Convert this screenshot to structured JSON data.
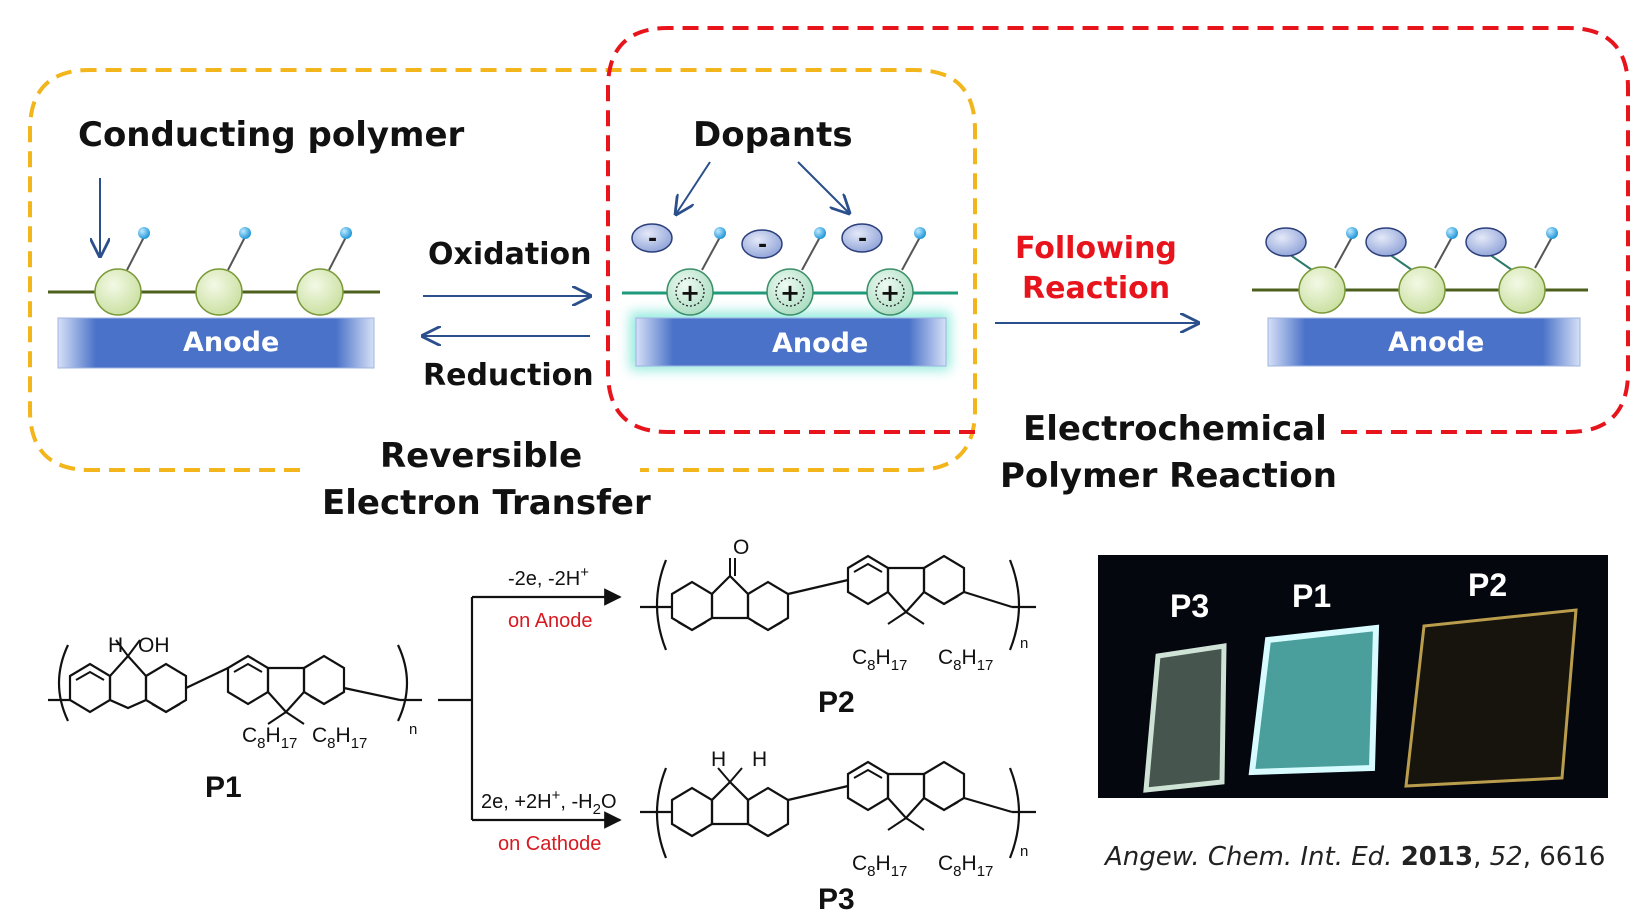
{
  "labels": {
    "conducting_polymer": "Conducting polymer",
    "dopants": "Dopants",
    "oxidation": "Oxidation",
    "reduction": "Reduction",
    "following_reaction_1": "Following",
    "following_reaction_2": "Reaction",
    "reversible_1": "Reversible",
    "reversible_2": "Electron Transfer",
    "electrochemical_1": "Electrochemical",
    "electrochemical_2": "Polymer Reaction",
    "anode": "Anode",
    "minus": "-",
    "plus": "+"
  },
  "reaction": {
    "anode_conditions": "-2e, -2H",
    "anode_conditions_sup": "+",
    "anode_label": "on Anode",
    "cathode_conditions_a": "2e, +2H",
    "cathode_conditions_sup": "+",
    "cathode_conditions_b": ", -H",
    "cathode_conditions_sub": "2",
    "cathode_conditions_c": "O",
    "cathode_label": "on Cathode",
    "H": "H",
    "OH": "OH",
    "O": "O",
    "C": "C",
    "sub8": "8",
    "H_": "H",
    "sub17": "17",
    "n": "n"
  },
  "products": {
    "p1": "P1",
    "p2": "P2",
    "p3": "P3"
  },
  "photo": {
    "p3": "P3",
    "p1": "P1",
    "p2": "P2"
  },
  "citation": {
    "journal": "Angew. Chem. Int. Ed.",
    "year": "2013",
    "volume": "52",
    "page": "6616"
  },
  "colors": {
    "yellow_box": "#f2b51c",
    "red_box": "#e8141c",
    "anode": "#4a72c8",
    "monomer": "#dcebc0",
    "arrow": "#2a4f8c"
  }
}
